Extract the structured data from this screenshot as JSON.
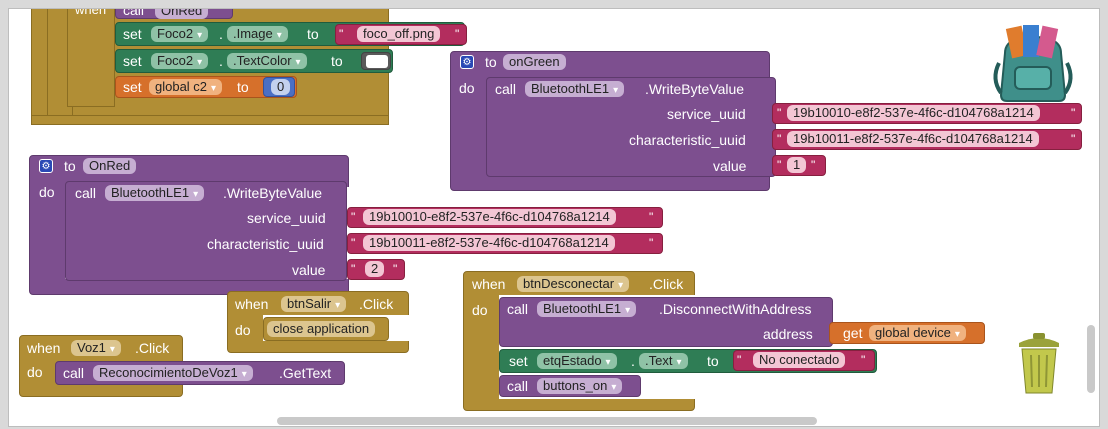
{
  "kw": {
    "set": "set",
    "to": "to",
    "do": "do",
    "call": "call",
    "when": "when",
    "cut_top": "call"
  },
  "procedures": {
    "ongreen": "onGreen",
    "onred": "OnRed"
  },
  "top_block": {
    "cut_name": "OnRed",
    "foco2": "Foco2",
    "image_prop": ".Image",
    "image_value": "foco_off.png",
    "textcolor_prop": ".TextColor",
    "global_c2": "global c2",
    "zero": "0"
  },
  "ble": {
    "component": "BluetoothLE1",
    "write_method": ".WriteByteValue",
    "service_uuid_label": "service_uuid",
    "characteristic_uuid_label": "characteristic_uuid",
    "value_label": "value",
    "service_uuid": "19b10010-e8f2-537e-4f6c-d104768a1214",
    "characteristic_uuid": "19b10011-e8f2-537e-4f6c-d104768a1214"
  },
  "green_value": "1",
  "red_value": "2",
  "salir": {
    "component": "btnSalir",
    "event": ".Click",
    "action": "close application"
  },
  "voz": {
    "component": "Voz1",
    "event": ".Click",
    "recognizer": "ReconocimientoDeVoz1",
    "method": ".GetText"
  },
  "desconectar": {
    "component": "btnDesconectar",
    "event": ".Click",
    "disconnect_method": ".DisconnectWithAddress",
    "address_label": "address",
    "get": "get",
    "global_device": "global device",
    "label_component": "etqEstado",
    "text_prop": ".Text",
    "no_conectado": "No conectado",
    "buttons_on": "buttons_on"
  },
  "icons": {
    "backpack": "backpack-icon",
    "trash": "trash-can-icon",
    "dropdown": "▾",
    "gear": "⚙"
  },
  "colors": {
    "event_gold": "#b18e35",
    "procedure_purple": "#7d4f8f",
    "set_green": "#2f7d55",
    "variable_orange": "#d6702b",
    "text_maroon": "#b32d5e",
    "number_blue": "#4a6fc4"
  }
}
